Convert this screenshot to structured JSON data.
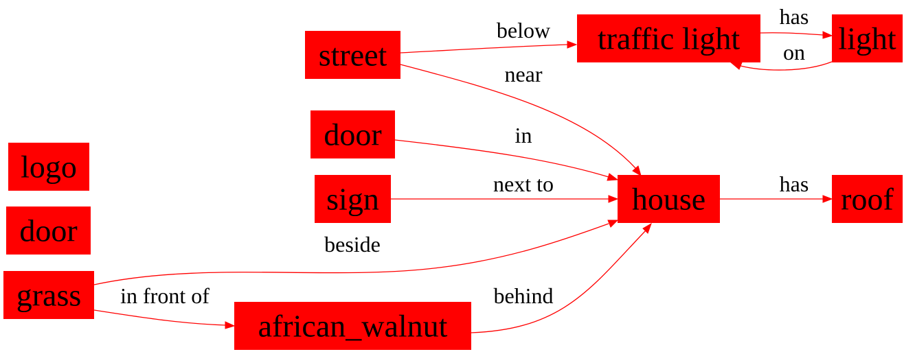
{
  "colors": {
    "node_fill": "#ff0000",
    "edge": "#ff0000",
    "text": "#000000",
    "background": "#ffffff"
  },
  "nodes": {
    "street": "street",
    "traffic_light": "traffic light",
    "light": "light",
    "door": "door",
    "logo": "logo",
    "door_isolated": "door",
    "sign": "sign",
    "house": "house",
    "roof": "roof",
    "grass": "grass",
    "african_walnut": "african_walnut"
  },
  "edges": {
    "street_below_traffic_light": "below",
    "traffic_light_has_light": "has",
    "light_on_traffic_light": "on",
    "street_near_house": "near",
    "door_in_house": "in",
    "sign_next_to_house": "next to",
    "house_has_roof": "has",
    "grass_beside_house": "beside",
    "grass_in_front_of_african_walnut": "in front of",
    "african_walnut_behind_house": "behind"
  }
}
